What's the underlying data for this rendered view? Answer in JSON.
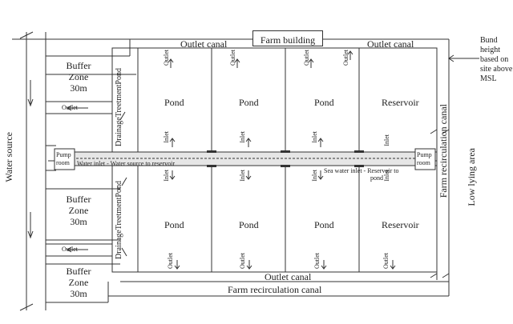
{
  "labels": {
    "farm_building": "Farm building",
    "outlet_canal": "Outlet canal",
    "farm_recirculation_canal": "Farm recirculation canal",
    "water_source": "Water source",
    "low_lying_area": "Low lying area",
    "bund_height": [
      "Bund",
      "height",
      "based on",
      "site above",
      "MSL"
    ],
    "buffer": "Buffer",
    "zone": "Zone",
    "buffer_width": "30m",
    "drainage_pond": "DrainageTreetmentPond",
    "pond": "Pond",
    "reservoir": "Reservoir",
    "outlet": "Outlet",
    "inlet": "Inlet",
    "pump_room": [
      "Pump",
      "room"
    ],
    "water_inlet_caption": "Water inlet - Water source to reservoir",
    "sea_water_inlet_caption": "Sea water inlet - Reservoir to",
    "sea_water_inlet_caption_2": "pond"
  },
  "colors": {
    "line": "#333333",
    "pipe_fill": "#e6e6e6",
    "background": "#ffffff"
  }
}
